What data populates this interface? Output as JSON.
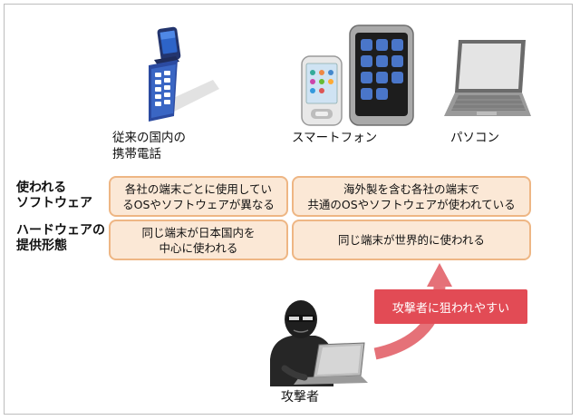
{
  "devices": {
    "feature_phone": {
      "label_line1": "従来の国内の",
      "label_line2": "携帯電話",
      "icon": "feature-phone-icon"
    },
    "smartphone": {
      "label": "スマートフォン",
      "icon": "smartphone-icon"
    },
    "pc": {
      "label": "パソコン",
      "icon": "laptop-icon"
    }
  },
  "rows": [
    {
      "label_line1": "使われる",
      "label_line2": "ソフトウェア",
      "domestic_line1": "各社の端末ごとに使用してい",
      "domestic_line2": "るOSやソフトウェアが異なる",
      "global_line1": "海外製を含む各社の端末で",
      "global_line2": "共通のOSやソフトウェアが使われている"
    },
    {
      "label_line1": "ハードウェアの",
      "label_line2": "提供形態",
      "domestic_line1": "同じ端末が日本国内を",
      "domestic_line2": "中心に使われる",
      "global_line1": "同じ端末が世界的に使われる"
    }
  ],
  "callout": {
    "text": "攻撃者に狙われやすい"
  },
  "attacker": {
    "label": "攻撃者",
    "icon": "hacker-icon"
  },
  "colors": {
    "cell_fill": "#fbe8d6",
    "cell_border": "#eeb684",
    "accent": "#e24b55"
  }
}
